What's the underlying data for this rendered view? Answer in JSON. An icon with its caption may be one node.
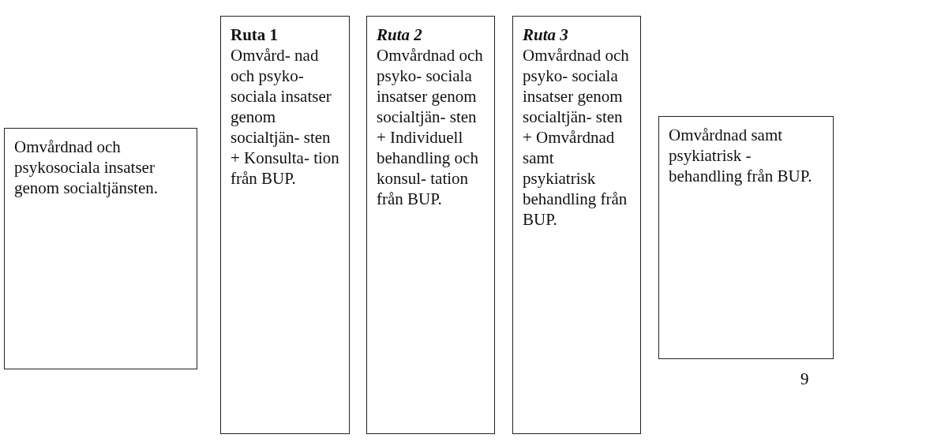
{
  "diagram": {
    "nodes": [
      {
        "text": [
          "Omvårdnad och psykosociala insatser genom socialtjänsten."
        ]
      },
      {
        "text": [
          "Ruta 1",
          "Omvård- nad och psyko- sociala insatser genom socialtjän- sten + Konsulta- tion från BUP."
        ]
      },
      {
        "text": [
          "Ruta 2",
          "Omvårdnad och psyko- sociala insatser genom socialtjän- sten + Individuell behandling och konsul- tation från BUP."
        ]
      },
      {
        "text": [
          "Ruta 3",
          "Omvårdnad och psyko- sociala insatser genom socialtjän- sten + Omvårdnad samt psykiatrisk behandling från BUP."
        ]
      },
      {
        "text": [
          "Omvårdnad samt psykiatrisk - behandling från BUP."
        ]
      }
    ],
    "edges": [],
    "labels": [
      "9"
    ]
  }
}
